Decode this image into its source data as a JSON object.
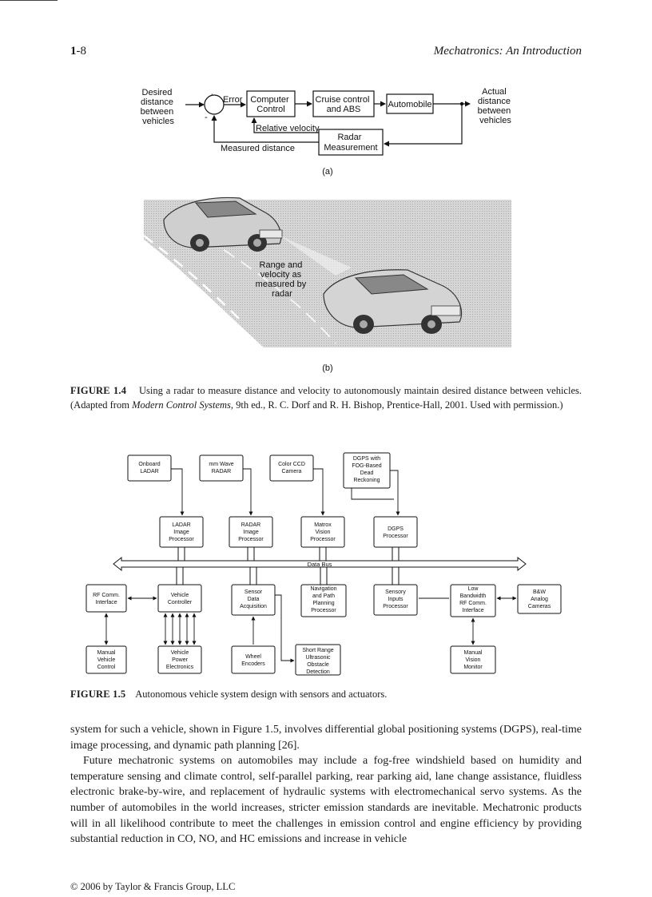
{
  "header": {
    "page_number_bold": "1",
    "page_number_rest": "-8",
    "running_title": "Mechatronics: An Introduction"
  },
  "figure_1_4": {
    "panel_a": {
      "input_lines": [
        "Desired",
        "distance",
        "between",
        "vehicles"
      ],
      "plus": "+",
      "minus": "-",
      "error": "Error",
      "computer_control": [
        "Computer",
        "Control"
      ],
      "cruise_control": [
        "Cruise control",
        "and ABS"
      ],
      "automobile": "Automobile",
      "output_lines": [
        "Actual",
        "distance",
        "between",
        "vehicles"
      ],
      "relative_velocity": "Relative velocity",
      "radar": [
        "Radar",
        "Measurement"
      ],
      "measured_distance": "Measured distance",
      "label": "(a)"
    },
    "panel_b": {
      "radar_note": [
        "Range and",
        "velocity as",
        "measured by",
        "radar"
      ],
      "label": "(b)"
    },
    "caption_label": "FIGURE 1.4",
    "caption_pre": "Using a radar to measure distance and velocity to autonomously maintain desired distance between vehicles. (Adapted from ",
    "caption_italic": "Modern Control Systems",
    "caption_post": ", 9th ed., R. C. Dorf and R. H. Bishop, Prentice-Hall, 2001. Used with permission.)"
  },
  "figure_1_5": {
    "sensors": {
      "ladar": [
        "Onboard",
        "LADAR"
      ],
      "radar": [
        "mm Wave",
        "RADAR"
      ],
      "camera": [
        "Color CCD",
        "Camera"
      ],
      "dgps": [
        "DGPS with",
        "FOG-Based",
        "Dead",
        "Reckoning"
      ]
    },
    "processors": {
      "ladar": [
        "LADAR",
        "Image",
        "Processor"
      ],
      "radar": [
        "RADAR",
        "Image",
        "Processor"
      ],
      "vision": [
        "Matrox",
        "Vision",
        "Processor"
      ],
      "dgps": [
        "DGPS",
        "Processor"
      ]
    },
    "data_bus": "Data Bus",
    "middle": {
      "rf": [
        "RF Comm.",
        "Interface"
      ],
      "vehicle_controller": [
        "Vehicle",
        "Controller"
      ],
      "sensor_daq": [
        "Sensor",
        "Data",
        "Acquisition"
      ],
      "nav": [
        "Navigation",
        "and Path",
        "Planning",
        "Processor"
      ],
      "sensory": [
        "Sensory",
        "Inputs",
        "Processor"
      ],
      "low_bw": [
        "Low",
        "Bandwidth",
        "RF Comm.",
        "Interface"
      ],
      "bw_cameras": [
        "B&W",
        "Analog",
        "Cameras"
      ]
    },
    "bottom": {
      "manual_control": [
        "Manual",
        "Vehicle",
        "Control"
      ],
      "power": [
        "Vehicle",
        "Power",
        "Electronics"
      ],
      "encoders": [
        "Wheel",
        "Encoders"
      ],
      "ultrasonic": [
        "Short Range",
        "Ultrasonic",
        "Obstacle",
        "Detection"
      ],
      "vision_monitor": [
        "Manual",
        "Vision",
        "Monitor"
      ]
    },
    "caption_label": "FIGURE 1.5",
    "caption_text": "Autonomous vehicle system design with sensors and actuators."
  },
  "body": {
    "para1": "system for such a vehicle, shown in Figure 1.5, involves differential global positioning systems (DGPS), real-time image processing, and dynamic path planning [26].",
    "para2": "Future mechatronic systems on automobiles may include a fog-free windshield based on humidity and temperature sensing and climate control, self-parallel parking, rear parking aid, lane change assistance, fluidless electronic brake-by-wire, and replacement of hydraulic systems with electromechanical servo systems. As the number of automobiles in the world increases, stricter emission standards are inevitable. Mechatronic products will in all likelihood contribute to meet the challenges in emission control and engine efficiency by providing substantial reduction in CO, NO, and HC emissions and increase in vehicle"
  },
  "footer": "© 2006 by Taylor & Francis Group, LLC"
}
